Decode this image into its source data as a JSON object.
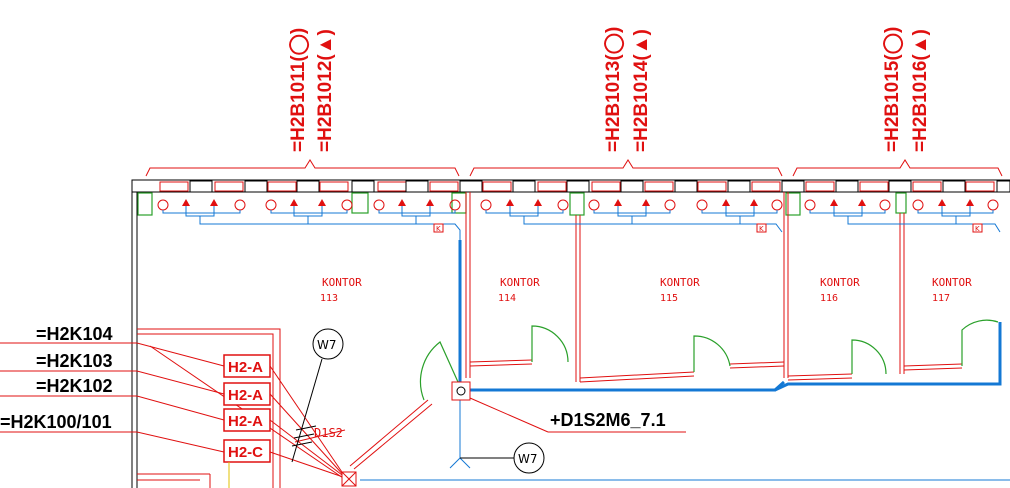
{
  "detector_groups": [
    {
      "label_a": "=H2B1011(◯)",
      "label_b": "=H2B1012(▲)"
    },
    {
      "label_a": "=H2B1013(◯)",
      "label_b": "=H2B1014(▲)"
    },
    {
      "label_a": "=H2B1015(◯)",
      "label_b": "=H2B1016(▲)"
    }
  ],
  "rooms": [
    {
      "name": "KONTOR",
      "number": "113"
    },
    {
      "name": "KONTOR",
      "number": "114"
    },
    {
      "name": "KONTOR",
      "number": "115"
    },
    {
      "name": "KONTOR",
      "number": "116"
    },
    {
      "name": "KONTOR",
      "number": "117"
    }
  ],
  "cable_tags": [
    "=H2K104",
    "=H2K103",
    "=H2K102",
    "=H2K100/101"
  ],
  "panel_boxes": [
    "H2-A",
    "H2-A",
    "H2-A",
    "H2-C"
  ],
  "bubbles": [
    "W7",
    "W7"
  ],
  "device_label": "+D1S2M6_7.1",
  "small_label": "D1S2",
  "k_marker": "K",
  "colors": {
    "red": "#e01010",
    "blue": "#1478d4",
    "green": "#2aa02a",
    "black": "#000000"
  }
}
